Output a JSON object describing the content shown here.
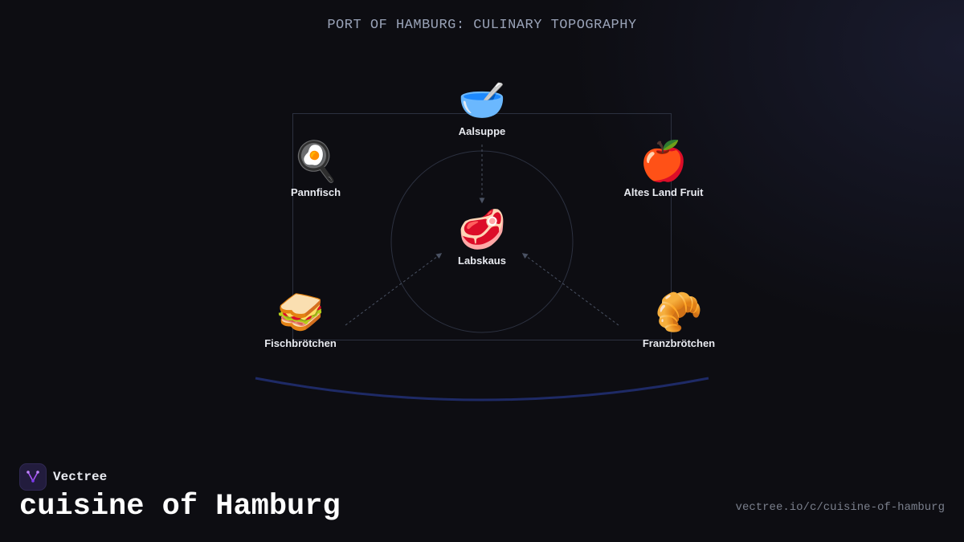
{
  "diagram": {
    "title": "PORT OF HAMBURG: CULINARY TOPOGRAPHY",
    "nodes": [
      {
        "id": "aalsuppe",
        "emoji": "🥣",
        "label": "Aalsuppe"
      },
      {
        "id": "pannfisch",
        "emoji": "🍳",
        "label": "Pannfisch"
      },
      {
        "id": "altes-land-fruit",
        "emoji": "🍎",
        "label": "Altes Land Fruit"
      },
      {
        "id": "labskaus",
        "emoji": "🥩",
        "label": "Labskaus"
      },
      {
        "id": "fischbroetchen",
        "emoji": "🥪",
        "label": "Fischbrötchen"
      },
      {
        "id": "franzbroetchen",
        "emoji": "🥐",
        "label": "Franzbrötchen"
      }
    ],
    "edges": [
      {
        "from": "aalsuppe",
        "to": "labskaus"
      },
      {
        "from": "fischbroetchen",
        "to": "labskaus"
      },
      {
        "from": "franzbroetchen",
        "to": "labskaus"
      }
    ]
  },
  "brand": {
    "name": "Vectree"
  },
  "page": {
    "title": "cuisine of Hamburg",
    "url": "vectree.io/c/cuisine-of-hamburg"
  },
  "colors": {
    "background": "#0d0d12",
    "frame": "#2c3140",
    "dashed_link": "#4a5263",
    "arc": "#1e2a66",
    "brand_accent": "#a855f7"
  }
}
